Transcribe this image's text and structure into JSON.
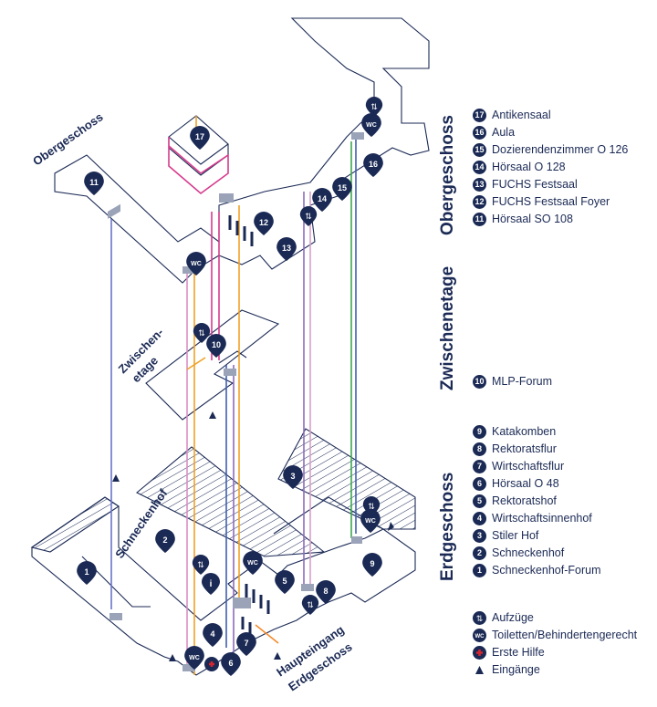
{
  "sections": {
    "obergeschoss": "Obergeschoss",
    "zwischenetage": "Zwischenetage",
    "erdgeschoss": "Erdgeschoss"
  },
  "map_labels": {
    "obergeschoss": "Obergeschoss",
    "zwischen_1": "Zwischen-",
    "zwischen_2": "etage",
    "schneckenhof": "Schneckenhof",
    "haupteingang_1": "Haupteingang",
    "haupteingang_2": "Erdgeschoss"
  },
  "legend_obergeschoss": [
    {
      "num": "17",
      "label": "Antikensaal"
    },
    {
      "num": "16",
      "label": "Aula"
    },
    {
      "num": "15",
      "label": "Dozierendenzimmer O 126"
    },
    {
      "num": "14",
      "label": "Hörsaal O 128"
    },
    {
      "num": "13",
      "label": "FUCHS Festsaal"
    },
    {
      "num": "12",
      "label": "FUCHS Festsaal Foyer"
    },
    {
      "num": "11",
      "label": "Hörsaal SO 108"
    }
  ],
  "legend_zwischenetage": [
    {
      "num": "10",
      "label": "MLP-Forum"
    }
  ],
  "legend_erdgeschoss": [
    {
      "num": "9",
      "label": "Katakomben"
    },
    {
      "num": "8",
      "label": "Rektoratsflur"
    },
    {
      "num": "7",
      "label": "Wirtschaftsflur"
    },
    {
      "num": "6",
      "label": "Hörsaal O 48"
    },
    {
      "num": "5",
      "label": "Rektoratshof"
    },
    {
      "num": "4",
      "label": "Wirtschaftsinnenhof"
    },
    {
      "num": "3",
      "label": "Stiler Hof"
    },
    {
      "num": "2",
      "label": "Schneckenhof"
    },
    {
      "num": "1",
      "label": "Schneckenhof-Forum"
    }
  ],
  "legend_symbols": [
    {
      "icon": "elevator-icon",
      "label": "Aufzüge"
    },
    {
      "icon": "wc-icon",
      "label": "Toiletten/Behindertengerecht"
    },
    {
      "icon": "first-aid-icon",
      "label": "Erste Hilfe"
    },
    {
      "icon": "entrance-triangle-icon",
      "label": "Eingänge"
    }
  ],
  "symbol_text": {
    "wc": "WC",
    "info": "i"
  },
  "colors": {
    "navy": "#1b2a55",
    "red_cross": "#d4262f",
    "pink": "#d63b8d",
    "orange": "#f0a125",
    "blue": "#3e5fb0",
    "green": "#3aa84d",
    "violet": "#8e6bbd"
  }
}
